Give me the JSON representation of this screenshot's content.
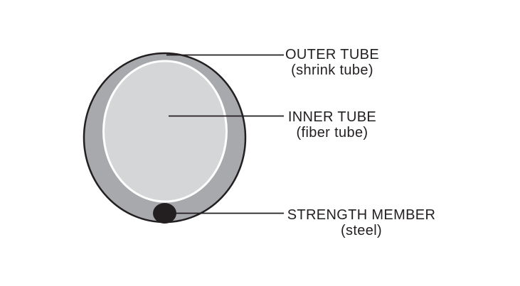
{
  "labels": {
    "outer_tube": {
      "title": "OUTER TUBE",
      "subtitle": "(shrink tube)"
    },
    "inner_tube": {
      "title": "INNER TUBE",
      "subtitle": "(fiber tube)"
    },
    "strength_member": {
      "title": "STRENGTH MEMBER",
      "subtitle": "(steel)"
    }
  },
  "colors": {
    "background": "#ffffff",
    "line": "#231f20",
    "outer_tube_fill": "#a7a9ac",
    "inner_tube_fill": "#d5d6d8",
    "inner_tube_rim": "#ffffff",
    "strength_member_fill": "#231f20"
  }
}
